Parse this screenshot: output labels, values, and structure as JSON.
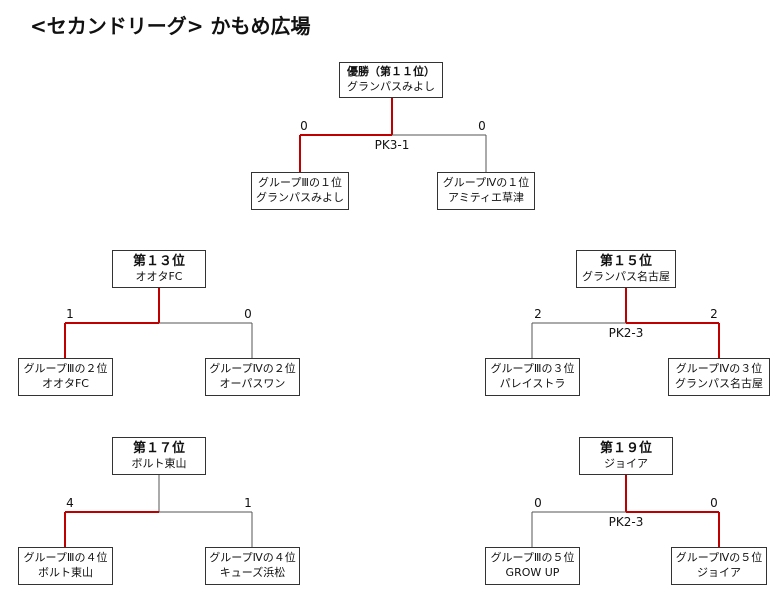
{
  "title": "<セカンドリーグ> かもめ広場",
  "colors": {
    "winner_line": "#c00000",
    "line": "#555555",
    "border": "#333333"
  },
  "matches": {
    "final": {
      "result_label": "優勝（第１１位）",
      "result_team": "グランパスみよし",
      "left": {
        "group": "グループⅢの１位",
        "team": "グランパスみよし",
        "score": "0"
      },
      "right": {
        "group": "グループⅣの１位",
        "team": "アミティエ草津",
        "score": "0"
      },
      "note": "PK3-1",
      "winner": "left"
    },
    "place13": {
      "result_label": "第１３位",
      "result_team": "オオタFC",
      "left": {
        "group": "グループⅢの２位",
        "team": "オオタFC",
        "score": "1"
      },
      "right": {
        "group": "グループⅣの２位",
        "team": "オーパスワン",
        "score": "0"
      },
      "note": "",
      "winner": "left"
    },
    "place15": {
      "result_label": "第１５位",
      "result_team": "グランパス名古屋",
      "left": {
        "group": "グループⅢの３位",
        "team": "パレイストラ",
        "score": "2"
      },
      "right": {
        "group": "グループⅣの３位",
        "team": "グランパス名古屋",
        "score": "2"
      },
      "note": "PK2-3",
      "winner": "right"
    },
    "place17": {
      "result_label": "第１７位",
      "result_team": "ボルト東山",
      "left": {
        "group": "グループⅢの４位",
        "team": "ボルト東山",
        "score": "4"
      },
      "right": {
        "group": "グループⅣの４位",
        "team": "キューズ浜松",
        "score": "1"
      },
      "note": "",
      "winner": "left"
    },
    "place19": {
      "result_label": "第１９位",
      "result_team": "ジョイア",
      "left": {
        "group": "グループⅢの５位",
        "team": "GROW UP",
        "score": "0"
      },
      "right": {
        "group": "グループⅣの５位",
        "team": "ジョイア",
        "score": "0"
      },
      "note": "PK2-3",
      "winner": "right"
    }
  }
}
